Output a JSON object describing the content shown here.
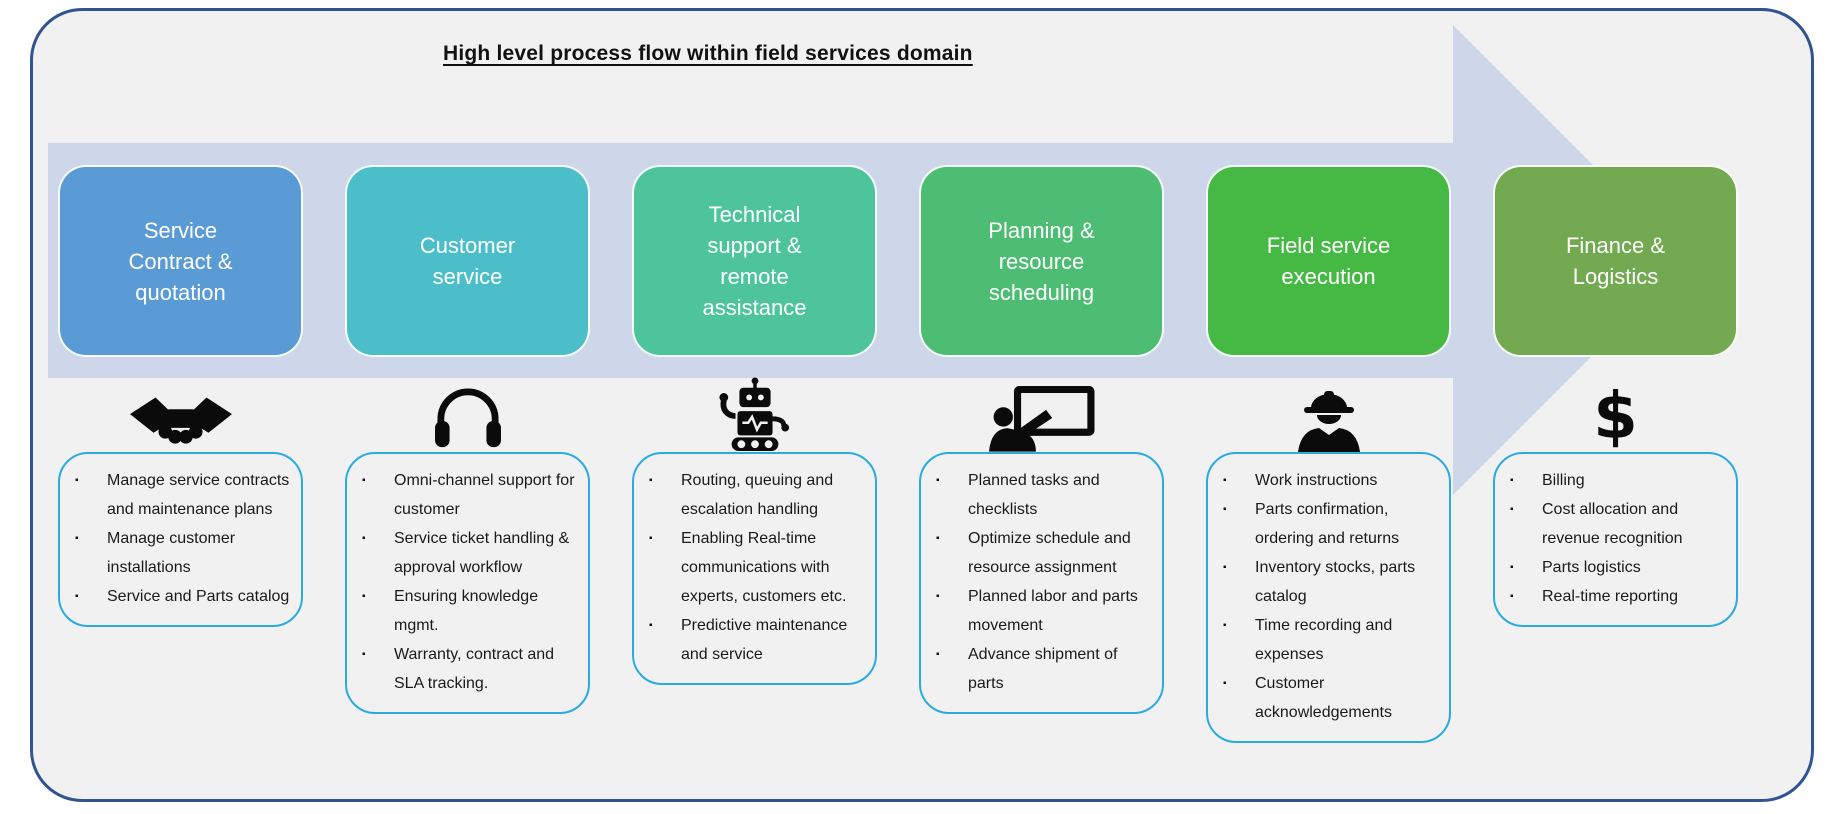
{
  "title": "High level process flow within field services domain",
  "bullet_glyph": "▪",
  "icons": {
    "dollar_glyph": "$"
  },
  "colors": {
    "arrow": "#cdd7e9",
    "container_background": "#f1f1f2",
    "container_border": "#31538f",
    "list_border": "#29abe2"
  },
  "stages": [
    {
      "label": "Service\nContract &\nquotation",
      "color": "#5b9bd5",
      "icon": "handshake-icon",
      "items": [
        "Manage service contracts and maintenance plans",
        "Manage customer installations",
        "Service and Parts catalog"
      ]
    },
    {
      "label": "Customer\nservice",
      "color": "#4bbeca",
      "icon": "headphones-icon",
      "items": [
        "Omni-channel support for customer",
        "Service ticket handling & approval workflow",
        "Ensuring knowledge mgmt.",
        "Warranty, contract and SLA tracking."
      ]
    },
    {
      "label": "Technical\nsupport &\nremote\nassistance",
      "color": "#4ec49c",
      "icon": "robot-icon",
      "items": [
        "Routing, queuing and escalation handling",
        "Enabling Real-time communications with experts, customers etc.",
        "Predictive maintenance and service"
      ]
    },
    {
      "label": "Planning &\nresource\nscheduling",
      "color": "#4cbd72",
      "icon": "presentation-icon",
      "items": [
        "Planned tasks and checklists",
        "Optimize schedule and resource assignment",
        "Planned labor and parts movement",
        "Advance shipment of parts"
      ]
    },
    {
      "label": "Field service\nexecution",
      "color": "#46b844",
      "icon": "worker-icon",
      "items": [
        "Work instructions",
        "Parts confirmation, ordering and returns",
        "Inventory stocks, parts catalog",
        "Time recording and expenses",
        "Customer acknowledgements"
      ]
    },
    {
      "label": "Finance &\nLogistics",
      "color": "#73a950",
      "icon": "dollar-icon",
      "items": [
        "Billing",
        "Cost allocation and revenue recognition",
        "Parts logistics",
        "Real-time reporting"
      ]
    }
  ]
}
